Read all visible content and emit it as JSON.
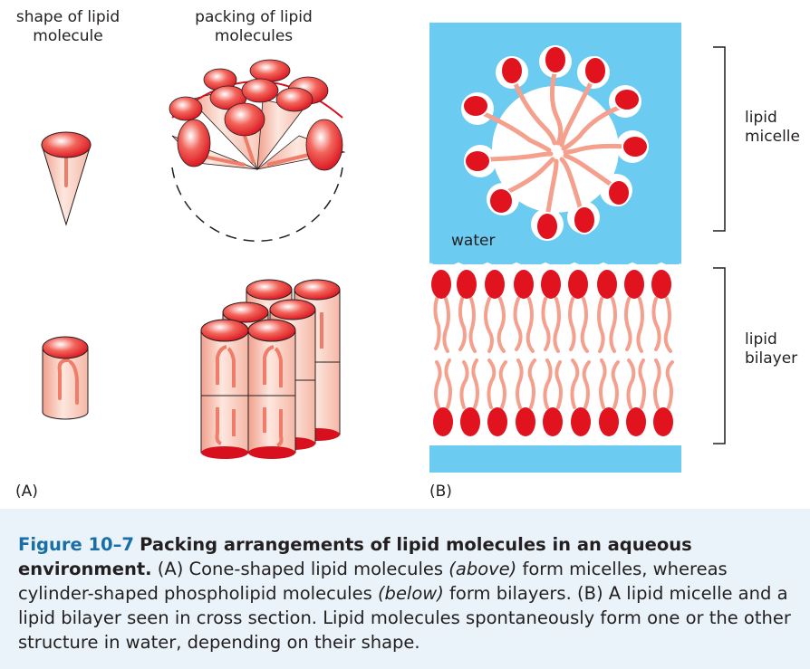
{
  "panel_a": {
    "label_shape_line1": "shape of lipid",
    "label_shape_line2": "molecule",
    "label_packing_line1": "packing of lipid",
    "label_packing_line2": "molecules",
    "panel_letter": "(A)"
  },
  "panel_b": {
    "label_micelle_line1": "lipid",
    "label_micelle_line2": "micelle",
    "label_bilayer_line1": "lipid",
    "label_bilayer_line2": "bilayer",
    "label_water": "water",
    "panel_letter": "(B)"
  },
  "caption": {
    "figure_number": "Figure 10–7",
    "title": "Packing arrangements of lipid molecules in an aqueous environment.",
    "part1": " (A) Cone-shaped lipid molecules ",
    "italic1": "(above)",
    "part2": " form micelles, whereas cylinder-shaped phospholipid molecules ",
    "italic2": "(below)",
    "part3": " form bilayers. (B) A lipid micelle and a lipid bilayer seen in cross section. Lipid molecules spontaneously form one or the other structure in water, depending on their shape."
  },
  "colors": {
    "water": "#6ccbf1",
    "lipid_head": "#e0131f",
    "lipid_tail": "#f4a08d",
    "cone_body": "#f7c3b2",
    "caption_bg": "#e9f3f9",
    "figure_number": "#1a6ea7"
  }
}
